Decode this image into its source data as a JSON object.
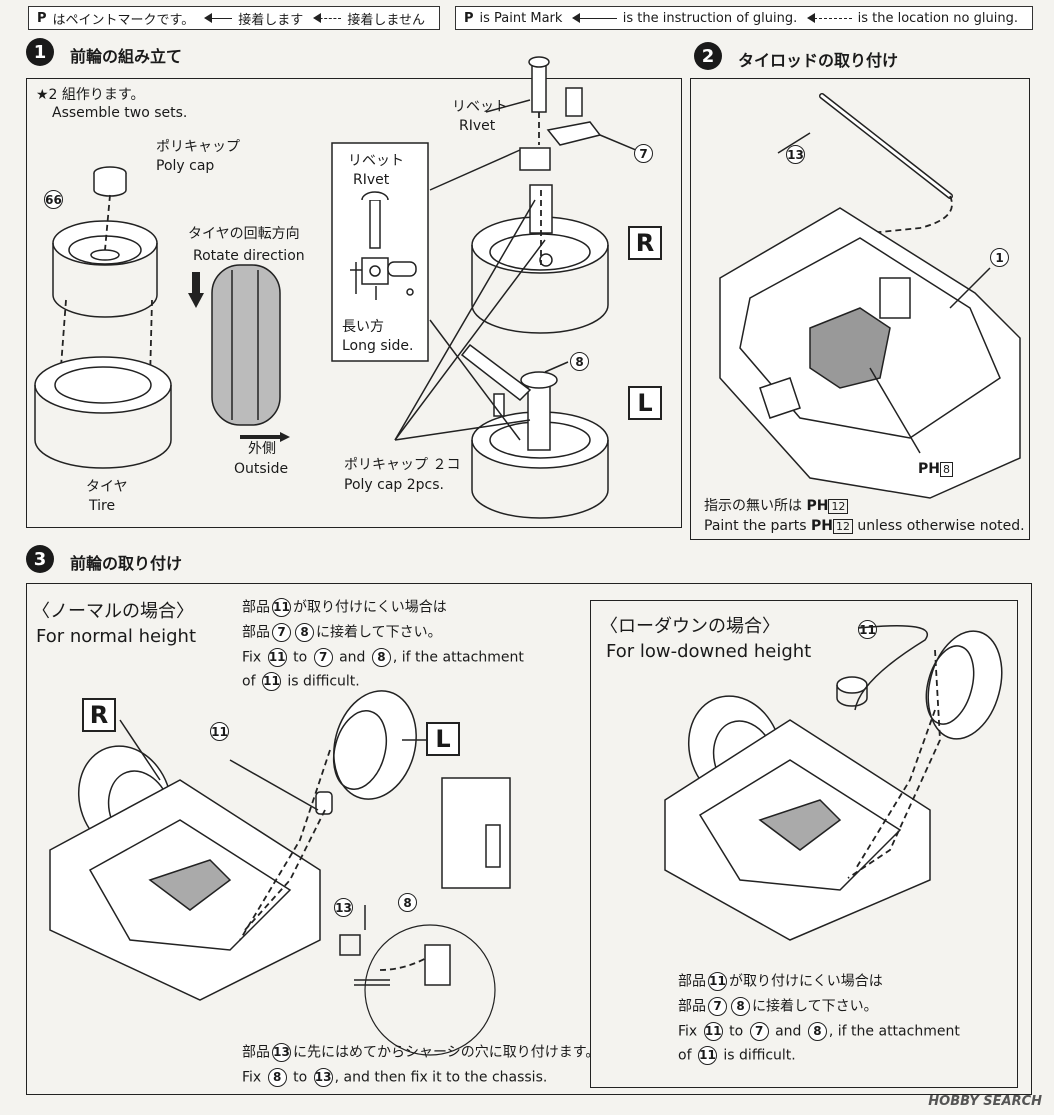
{
  "legend_jp": {
    "paint": "はペイントマークです。",
    "glue": "接着します",
    "noglue": "接着しません"
  },
  "legend_en": {
    "paint": "is Paint Mark",
    "glue": "is the instruction of gluing.",
    "noglue": "is the location no gluing."
  },
  "step1": {
    "number": "1",
    "title": "前輪の組み立て",
    "note_jp": "★2 組作ります。",
    "note_en": "Assemble two sets.",
    "polycap_jp": "ポリキャップ",
    "polycap_en": "Poly cap",
    "part66": "66",
    "rotate_jp": "タイヤの回転方向",
    "rotate_en": "Rotate direction",
    "outside_jp": "外側",
    "outside_en": "Outside",
    "tire_jp": "タイヤ",
    "tire_en": "Tire",
    "rivet_jp": "リベット",
    "rivet_en": "RIvet",
    "rivet2_jp": "リベット",
    "rivet2_en": "RIvet",
    "longside_jp": "長い方",
    "longside_en": "Long side.",
    "part7": "7",
    "part8": "8",
    "R": "R",
    "L": "L",
    "polycap2_jp": "ポリキャップ ２コ",
    "polycap2_en": "Poly cap 2pcs."
  },
  "step2": {
    "number": "2",
    "title": "タイロッドの取り付け",
    "part13": "13",
    "part1": "1",
    "ph8": "8",
    "note_jp_a": "指示の無い所は",
    "note_ph12": "12",
    "note_en_a": "Paint the parts",
    "note_en_b": "unless otherwise noted."
  },
  "step3": {
    "number": "3",
    "title": "前輪の取り付け",
    "normal_jp": "〈ノーマルの場合〉",
    "normal_en": "For normal height",
    "lowdown_jp": "〈ローダウンの場合〉",
    "lowdown_en": "For low-downed height",
    "diff_jp_a": "部品",
    "diff_jp_b": "が取り付けにくい場合は",
    "diff_jp_c": "部品",
    "diff_jp_d": "に接着して下さい。",
    "diff_en_fix": "Fix",
    "diff_en_to": "to",
    "diff_en_and": "and",
    "diff_en_if": ", if the attachment",
    "diff_en_of": "of",
    "diff_en_is": "is difficult.",
    "p11": "11",
    "p7": "7",
    "p8": "8",
    "p13": "13",
    "R": "R",
    "L": "L",
    "fit_jp_a": "部品",
    "fit_jp_b": "に先にはめてからシャーシの穴に取り付けます。",
    "fit_en_fix": "Fix",
    "fit_en_to": "to",
    "fit_en_rest": ", and then fix it to the chassis."
  },
  "paint_mark_letter": "P",
  "ph_letter": "PH",
  "watermark": "HOBBY SEARCH"
}
